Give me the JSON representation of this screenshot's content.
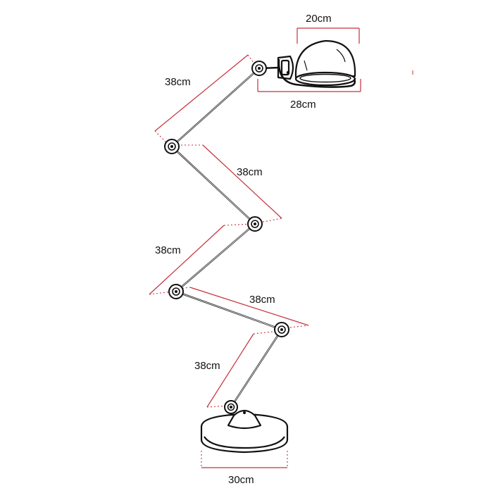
{
  "dimensions": {
    "shade_top": "20cm",
    "shade_bottom": "28cm",
    "arm_1": "38cm",
    "arm_2": "38cm",
    "arm_3": "38cm",
    "arm_4": "38cm",
    "arm_5": "38cm",
    "base_width": "30cm"
  },
  "colors": {
    "dimension_lines": "#c6303a",
    "lamp_outline": "#111111",
    "label_text": "#111111",
    "background": "#ffffff"
  }
}
